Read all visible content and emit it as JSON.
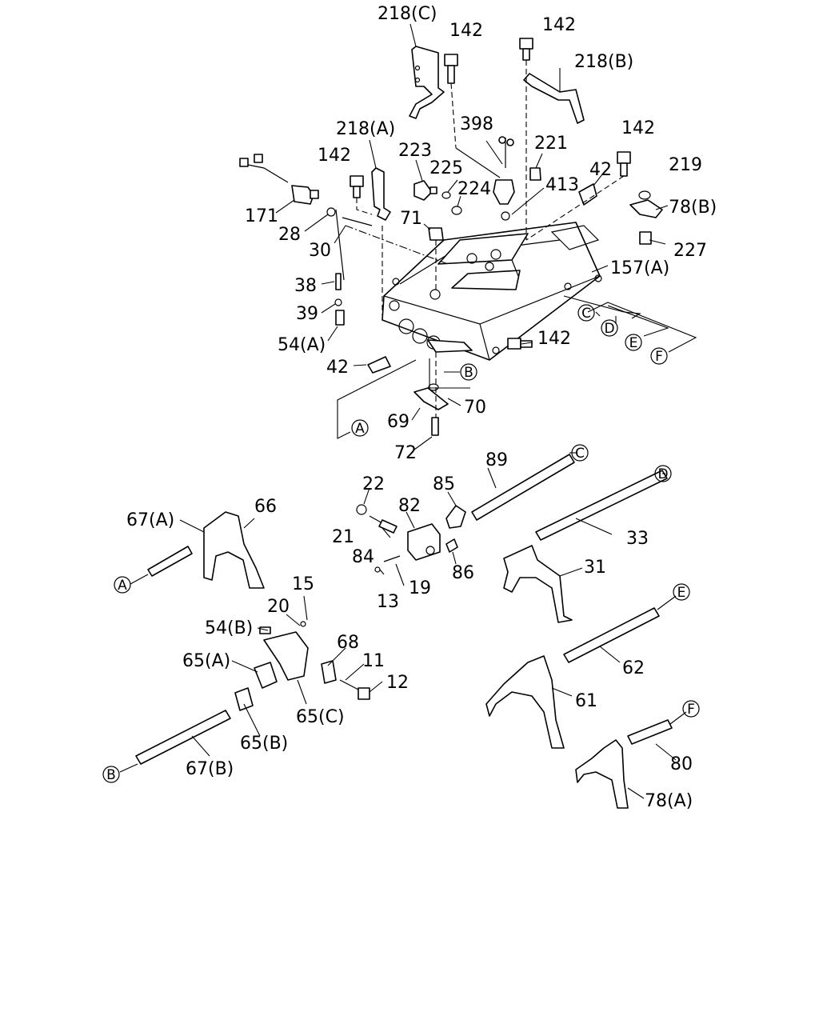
{
  "callouts": [
    {
      "id": "218c",
      "text": "218(C)"
    },
    {
      "id": "142a",
      "text": "142"
    },
    {
      "id": "142b",
      "text": "142"
    },
    {
      "id": "218b",
      "text": "218(B)"
    },
    {
      "id": "398",
      "text": "398"
    },
    {
      "id": "221",
      "text": "221"
    },
    {
      "id": "218a",
      "text": "218(A)"
    },
    {
      "id": "223",
      "text": "223"
    },
    {
      "id": "142c",
      "text": "142"
    },
    {
      "id": "142d",
      "text": "142"
    },
    {
      "id": "225",
      "text": "225"
    },
    {
      "id": "224",
      "text": "224"
    },
    {
      "id": "413",
      "text": "413"
    },
    {
      "id": "42a",
      "text": "42"
    },
    {
      "id": "219",
      "text": "219"
    },
    {
      "id": "78b",
      "text": "78(B)"
    },
    {
      "id": "171",
      "text": "171"
    },
    {
      "id": "28",
      "text": "28"
    },
    {
      "id": "71",
      "text": "71"
    },
    {
      "id": "30",
      "text": "30"
    },
    {
      "id": "227",
      "text": "227"
    },
    {
      "id": "157a",
      "text": "157(A)"
    },
    {
      "id": "38",
      "text": "38"
    },
    {
      "id": "39",
      "text": "39"
    },
    {
      "id": "54a",
      "text": "54(A)"
    },
    {
      "id": "142e",
      "text": "142"
    },
    {
      "id": "42b",
      "text": "42"
    },
    {
      "id": "70",
      "text": "70"
    },
    {
      "id": "69",
      "text": "69"
    },
    {
      "id": "72",
      "text": "72"
    },
    {
      "id": "89",
      "text": "89"
    },
    {
      "id": "22",
      "text": "22"
    },
    {
      "id": "85",
      "text": "85"
    },
    {
      "id": "82",
      "text": "82"
    },
    {
      "id": "67a",
      "text": "67(A)"
    },
    {
      "id": "66",
      "text": "66"
    },
    {
      "id": "21",
      "text": "21"
    },
    {
      "id": "33",
      "text": "33"
    },
    {
      "id": "84",
      "text": "84"
    },
    {
      "id": "86",
      "text": "86"
    },
    {
      "id": "31",
      "text": "31"
    },
    {
      "id": "19",
      "text": "19"
    },
    {
      "id": "13",
      "text": "13"
    },
    {
      "id": "15",
      "text": "15"
    },
    {
      "id": "20",
      "text": "20"
    },
    {
      "id": "54b",
      "text": "54(B)"
    },
    {
      "id": "68",
      "text": "68"
    },
    {
      "id": "11",
      "text": "11"
    },
    {
      "id": "65a",
      "text": "65(A)"
    },
    {
      "id": "12",
      "text": "12"
    },
    {
      "id": "62",
      "text": "62"
    },
    {
      "id": "61",
      "text": "61"
    },
    {
      "id": "65c",
      "text": "65(C)"
    },
    {
      "id": "65b",
      "text": "65(B)"
    },
    {
      "id": "67b",
      "text": "67(B)"
    },
    {
      "id": "80",
      "text": "80"
    },
    {
      "id": "78a",
      "text": "78(A)"
    }
  ],
  "references": [
    {
      "id": "A1",
      "text": "A"
    },
    {
      "id": "A2",
      "text": "A"
    },
    {
      "id": "B1",
      "text": "B"
    },
    {
      "id": "B2",
      "text": "B"
    },
    {
      "id": "C1",
      "text": "C"
    },
    {
      "id": "C2",
      "text": "C"
    },
    {
      "id": "D1",
      "text": "D"
    },
    {
      "id": "D2",
      "text": "D"
    },
    {
      "id": "E1",
      "text": "E"
    },
    {
      "id": "E2",
      "text": "E"
    },
    {
      "id": "F1",
      "text": "F"
    },
    {
      "id": "F2",
      "text": "F"
    }
  ]
}
